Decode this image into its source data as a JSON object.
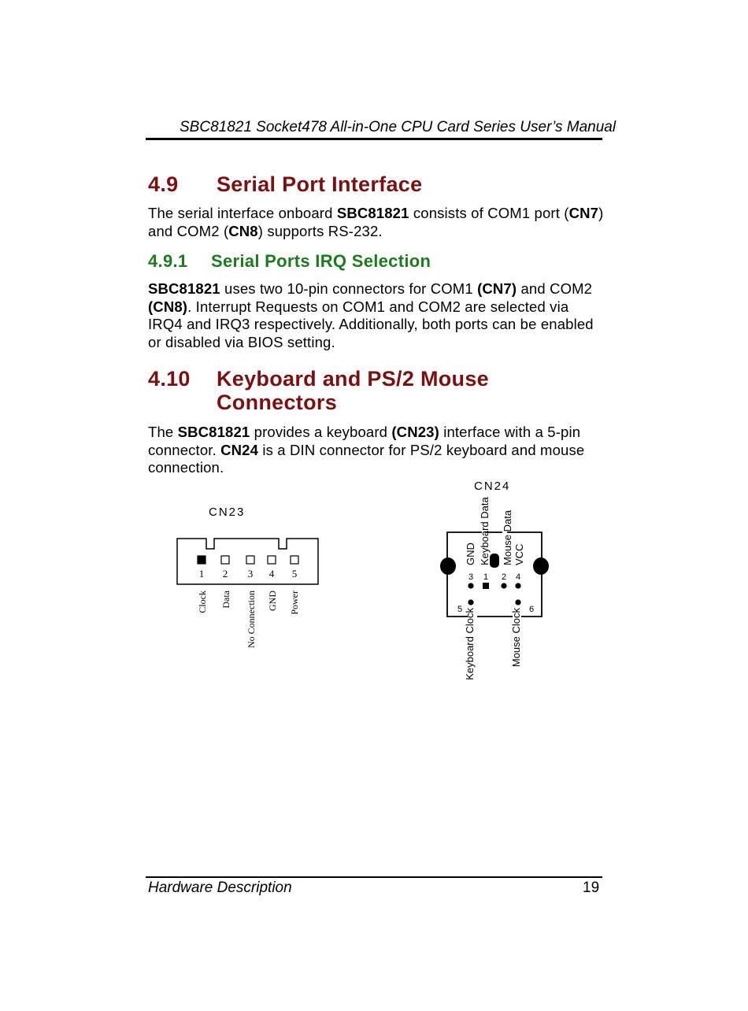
{
  "header": {
    "title": "SBC81821 Socket478 All-in-One CPU Card Series User’s Manual"
  },
  "section_49": {
    "number": "4.9",
    "title": "Serial Port Interface",
    "para": {
      "t1": "The serial interface onboard ",
      "b1": "SBC81821",
      "t2": " consists of COM1 port (",
      "b2": "CN7",
      "t3": ") and COM2 (",
      "b3": "CN8",
      "t4": ") supports RS-232."
    }
  },
  "section_491": {
    "number": "4.9.1",
    "title": "Serial Ports IRQ Selection",
    "para": {
      "b1": "SBC81821",
      "t1": " uses two 10-pin connectors for COM1 ",
      "b2": "(CN7)",
      "t2": " and COM2 ",
      "b3": "(CN8)",
      "t3": ". Interrupt Requests on COM1 and COM2 are selected via IRQ4 and IRQ3 respectively. Additionally, both ports can be enabled or disabled via BIOS setting."
    }
  },
  "section_410": {
    "number": "4.10",
    "title_line1": "Keyboard and PS/2 Mouse",
    "title_line2": "Connectors",
    "para": {
      "t1": "The ",
      "b1": "SBC81821",
      "t2": " provides a keyboard ",
      "b2": "(CN23)",
      "t3": " interface with a 5-pin connector. ",
      "b3": "CN24",
      "t4": " is a DIN connector for PS/2 keyboard and mouse connection."
    }
  },
  "cn23": {
    "label": "CN23",
    "pins": [
      "1",
      "2",
      "3",
      "4",
      "5"
    ],
    "signals": [
      "Clock",
      "Data",
      "No Connection",
      "GND",
      "Power"
    ]
  },
  "cn24": {
    "label": "CN24",
    "top_signals": [
      "GND",
      "Keyboard Data",
      "Mouse Data",
      "VCC"
    ],
    "pin_numbers": [
      "3",
      "1",
      "2",
      "4"
    ],
    "side_pins": [
      "5",
      "6"
    ],
    "bottom_signals": [
      "Keyboard Clock",
      "Mouse Clock"
    ]
  },
  "footer": {
    "section": "Hardware Description",
    "page": "19"
  }
}
